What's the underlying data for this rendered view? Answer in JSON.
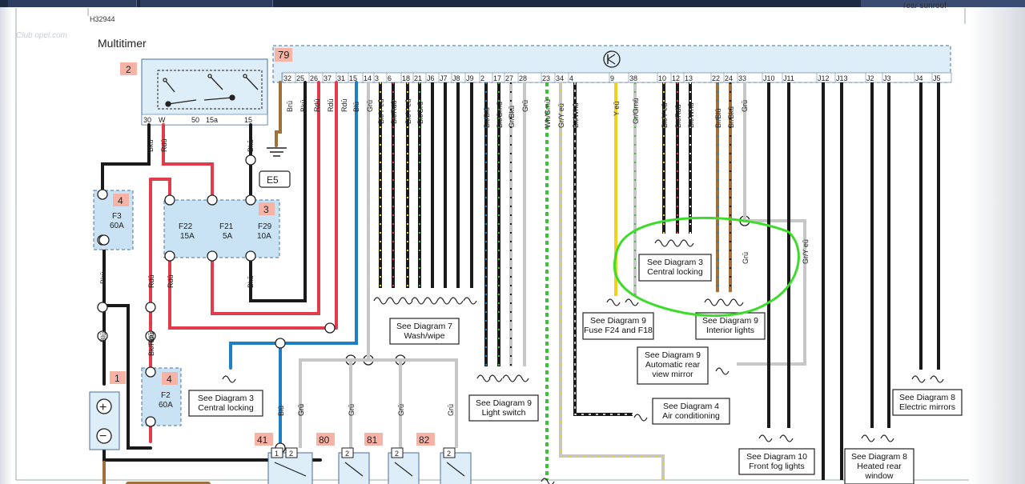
{
  "header": {
    "code": "H32944",
    "right_label": "rear sunroof",
    "watermark": "Club opel.com"
  },
  "module": {
    "title": "Multitimer",
    "number": "79",
    "top_pins": [
      "32",
      "25",
      "26",
      "37",
      "31",
      "15",
      "14",
      "3",
      "6",
      "18",
      "21",
      "J6",
      "J7",
      "J8",
      "J9",
      "2",
      "17",
      "27",
      "28",
      "23",
      "34",
      "4",
      "9",
      "38",
      "10",
      "12",
      "13",
      "22",
      "24",
      "33",
      "J10",
      "J11",
      "J12",
      "J13",
      "J2",
      "J3",
      "J4",
      "J5"
    ]
  },
  "wire_labels": {
    "top": [
      "Brū",
      "Bkū",
      "Rdū",
      "Rdū",
      "Rdū",
      "Blū",
      "Grū",
      "Bk/Y eū",
      "Bk/Rdū",
      "Bk/Y eū",
      "Bk/Grū",
      "Bk/Blū",
      "Bk/Grnū",
      "Gr/Bkū",
      "Grū",
      "Wh/Grnū",
      "Gr/Y eū",
      "Bk/Whū",
      "Y eū",
      "Gr/Grnū",
      "Bk/Y eū",
      "Bk/Rdū",
      "Bk/Whū",
      "Br/Blū",
      "Br/Bkū",
      "Grū"
    ],
    "left": [
      "Bkū",
      "Rdū",
      "Bkū",
      "Rdū",
      "Rdū",
      "Bkū",
      "Blū",
      "Blū",
      "Bk/Rdū",
      "Bkū"
    ],
    "lower": [
      "Blū",
      "Grū",
      "Grū",
      "Grū",
      "Grū",
      "Gr/Y eū",
      "Grū",
      "Grū"
    ]
  },
  "relay2": {
    "number": "2",
    "pins": [
      "30",
      "W",
      "50",
      "15a",
      "15"
    ]
  },
  "fuses": [
    {
      "number": "4",
      "name": "F3",
      "rating": "60A"
    },
    {
      "number": "3",
      "names": [
        "F22",
        "F21",
        "F29"
      ],
      "ratings": [
        "15A",
        "5A",
        "10A"
      ]
    },
    {
      "number": "4",
      "name": "F2",
      "rating": "60A"
    }
  ],
  "battery": {
    "number": "1",
    "plus": "+",
    "minus": "−"
  },
  "ground": "E5",
  "relays_bottom": [
    {
      "number": "41",
      "pins": [
        "1",
        "2"
      ]
    },
    {
      "number": "80",
      "pins": [
        "2"
      ]
    },
    {
      "number": "81",
      "pins": [
        "2"
      ]
    },
    {
      "number": "82",
      "pins": [
        "2"
      ]
    }
  ],
  "refs": [
    {
      "line1": "See Diagram 3",
      "line2": "Central locking"
    },
    {
      "line1": "See Diagram 7",
      "line2": "Wash/wipe"
    },
    {
      "line1": "See Diagram 9",
      "line2": "Light switch"
    },
    {
      "line1": "See Diagram 3",
      "line2": "Central locking"
    },
    {
      "line1": "See Diagram 9",
      "line2": "Fuse F24 and F18"
    },
    {
      "line1": "See Diagram 9",
      "line2": "Interior lights"
    },
    {
      "line1": "See Diagram 9",
      "line2": "Automatic rear",
      "line3": "view mirror"
    },
    {
      "line1": "See Diagram 4",
      "line2": "Air conditioning"
    },
    {
      "line1": "See Diagram 8",
      "line2": "Electric mirrors"
    },
    {
      "line1": "See Diagram 10",
      "line2": "Front fog lights"
    },
    {
      "line1": "See Diagram 8",
      "line2": "Heated rear",
      "line3": "window"
    }
  ],
  "colors": {
    "black": "#1a1a1a",
    "red": "#e03c4c",
    "blue": "#1f7fc6",
    "grey": "#c7c7c7",
    "brown": "#a0703a",
    "yellow": "#f0d21a",
    "green": "#3fc03a",
    "fuse_fill": "#c9e3f5",
    "badge": "#f6b3a6",
    "module_fill": "#deeef9",
    "highlight": "#3ddc2a"
  }
}
